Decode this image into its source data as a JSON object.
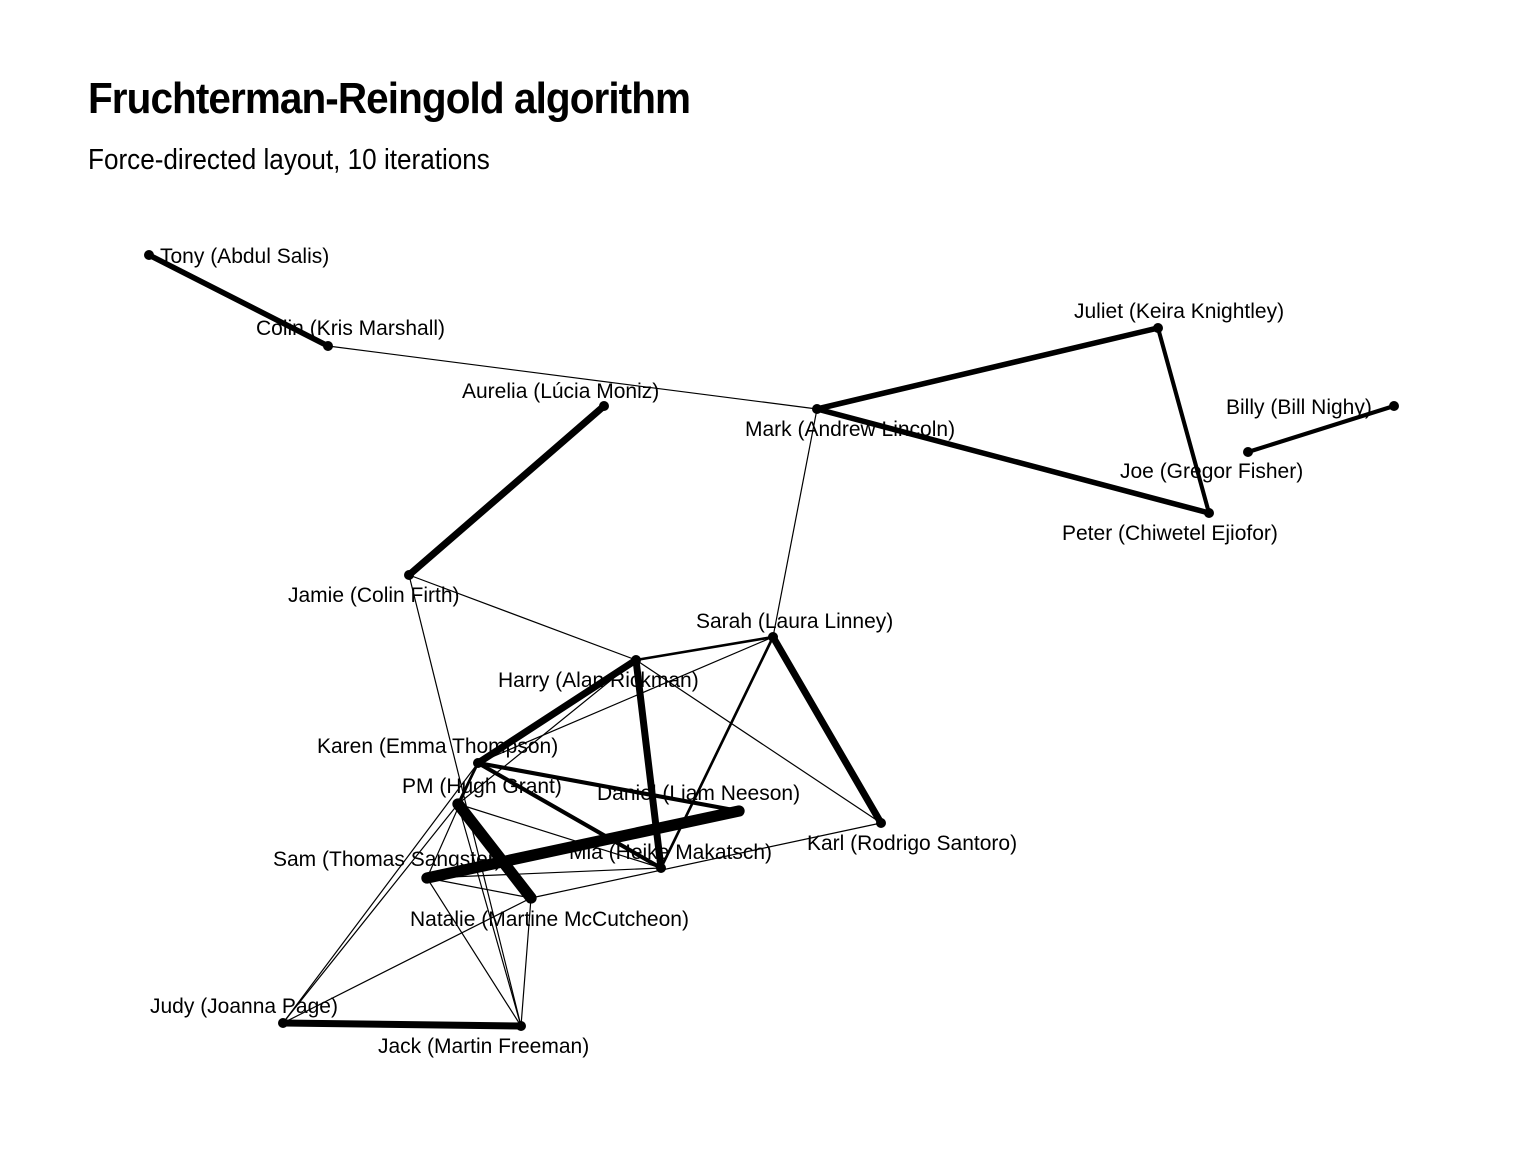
{
  "title": "Fruchterman-Reingold algorithm",
  "subtitle": "Force-directed layout, 10 iterations",
  "graph": {
    "edge_color": "#000000",
    "node_color": "#000000",
    "nodes": [
      {
        "id": "tony",
        "label": "Tony (Abdul Salis)"
      },
      {
        "id": "colin",
        "label": "Colin (Kris Marshall)"
      },
      {
        "id": "aurelia",
        "label": "Aurelia (Lúcia Moniz)"
      },
      {
        "id": "mark",
        "label": "Mark (Andrew Lincoln)"
      },
      {
        "id": "juliet",
        "label": "Juliet (Keira Knightley)"
      },
      {
        "id": "billy",
        "label": "Billy (Bill Nighy)"
      },
      {
        "id": "joe",
        "label": "Joe (Gregor Fisher)"
      },
      {
        "id": "peter",
        "label": "Peter (Chiwetel Ejiofor)"
      },
      {
        "id": "jamie",
        "label": "Jamie (Colin Firth)"
      },
      {
        "id": "sarah",
        "label": "Sarah (Laura Linney)"
      },
      {
        "id": "harry",
        "label": "Harry (Alan Rickman)"
      },
      {
        "id": "karen",
        "label": "Karen (Emma Thompson)"
      },
      {
        "id": "pm",
        "label": "PM (Hugh Grant)"
      },
      {
        "id": "daniel",
        "label": "Daniel (Liam Neeson)"
      },
      {
        "id": "mia",
        "label": "Mia (Heike Makatsch)"
      },
      {
        "id": "karl",
        "label": "Karl (Rodrigo Santoro)"
      },
      {
        "id": "sam",
        "label": "Sam (Thomas Sangster)"
      },
      {
        "id": "natalie",
        "label": "Natalie (Martine McCutcheon)"
      },
      {
        "id": "judy",
        "label": "Judy (Joanna Page)"
      },
      {
        "id": "jack",
        "label": "Jack (Martin Freeman)"
      }
    ],
    "edges": [
      {
        "source": "tony",
        "target": "colin",
        "weight": 4
      },
      {
        "source": "colin",
        "target": "mark",
        "weight": 1
      },
      {
        "source": "aurelia",
        "target": "jamie",
        "weight": 5
      },
      {
        "source": "mark",
        "target": "juliet",
        "weight": 4
      },
      {
        "source": "mark",
        "target": "peter",
        "weight": 4
      },
      {
        "source": "juliet",
        "target": "peter",
        "weight": 3
      },
      {
        "source": "mark",
        "target": "sarah",
        "weight": 1
      },
      {
        "source": "joe",
        "target": "billy",
        "weight": 3
      },
      {
        "source": "jamie",
        "target": "harry",
        "weight": 1
      },
      {
        "source": "jamie",
        "target": "jack",
        "weight": 1
      },
      {
        "source": "harry",
        "target": "sarah",
        "weight": 2
      },
      {
        "source": "harry",
        "target": "karen",
        "weight": 5
      },
      {
        "source": "harry",
        "target": "mia",
        "weight": 5
      },
      {
        "source": "harry",
        "target": "karl",
        "weight": 1
      },
      {
        "source": "harry",
        "target": "pm",
        "weight": 1
      },
      {
        "source": "sarah",
        "target": "karen",
        "weight": 1
      },
      {
        "source": "sarah",
        "target": "karl",
        "weight": 5
      },
      {
        "source": "sarah",
        "target": "mia",
        "weight": 2
      },
      {
        "source": "karen",
        "target": "daniel",
        "weight": 3
      },
      {
        "source": "karen",
        "target": "mia",
        "weight": 3
      },
      {
        "source": "karen",
        "target": "pm",
        "weight": 2
      },
      {
        "source": "karen",
        "target": "sam",
        "weight": 1
      },
      {
        "source": "karen",
        "target": "judy",
        "weight": 1
      },
      {
        "source": "daniel",
        "target": "sam",
        "weight": 8
      },
      {
        "source": "pm",
        "target": "natalie",
        "weight": 8
      },
      {
        "source": "pm",
        "target": "mia",
        "weight": 1
      },
      {
        "source": "pm",
        "target": "judy",
        "weight": 1
      },
      {
        "source": "pm",
        "target": "jack",
        "weight": 1
      },
      {
        "source": "mia",
        "target": "sam",
        "weight": 1
      },
      {
        "source": "karl",
        "target": "natalie",
        "weight": 1
      },
      {
        "source": "sam",
        "target": "natalie",
        "weight": 1
      },
      {
        "source": "sam",
        "target": "jack",
        "weight": 1
      },
      {
        "source": "natalie",
        "target": "judy",
        "weight": 1
      },
      {
        "source": "natalie",
        "target": "jack",
        "weight": 1
      },
      {
        "source": "judy",
        "target": "jack",
        "weight": 5
      }
    ]
  }
}
